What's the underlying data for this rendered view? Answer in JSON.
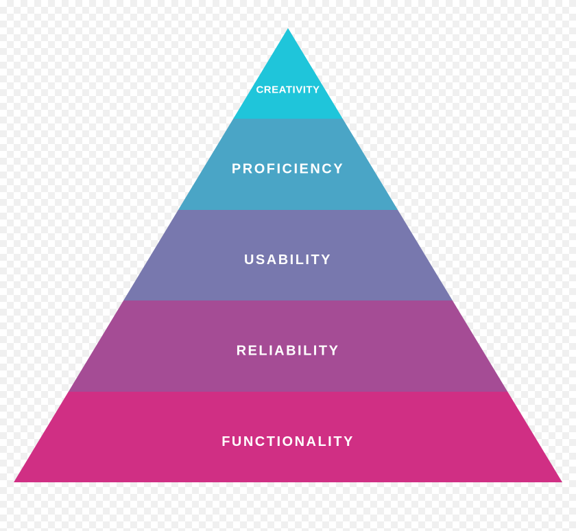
{
  "pyramid": {
    "tiers": [
      {
        "label": "CREATIVITY",
        "color": "#1fc5da"
      },
      {
        "label": "PROFICIENCY",
        "color": "#4aa5c6"
      },
      {
        "label": "USABILITY",
        "color": "#7878ae"
      },
      {
        "label": "RELIABILITY",
        "color": "#a54c95"
      },
      {
        "label": "FUNCTIONALITY",
        "color": "#d02f84"
      }
    ]
  }
}
